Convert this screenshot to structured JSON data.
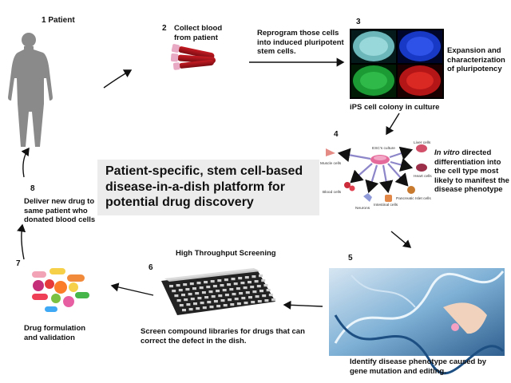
{
  "steps": {
    "s1": {
      "num": "1",
      "label": "Patient"
    },
    "s2": {
      "num": "2",
      "label": "Collect blood from patient"
    },
    "reprogram": "Reprogram those cells into induced pluripotent stem cells.",
    "s3": {
      "num": "3",
      "caption": "iPS cell colony in culture",
      "side": "Expansion and characterization of pluripotency"
    },
    "s4": {
      "num": "4",
      "italic": "In vitro",
      "rest": "directed differentiation into the cell type most likely to manifest the disease phenotype"
    },
    "s5": {
      "num": "5",
      "label": "Identify disease phenotype caused by gene mutation and editing."
    },
    "s6": {
      "num": "6",
      "title": "High Throughput Screening",
      "label": "Screen compound libraries for drugs that can correct the defect in the dish."
    },
    "s7": {
      "num": "7",
      "label": "Drug formulation and validation"
    },
    "s8": {
      "num": "8",
      "label": "Deliver new drug to same patient who donated blood cells"
    }
  },
  "center_title": "Patient-specific, stem cell-based disease-in-a-dish platform for potential drug discovery",
  "diff_labels": {
    "center": "ESC's culture",
    "muscle": "Muscle cells",
    "liver": "Liver cells",
    "heart": "Heart cells",
    "blood": "Blood cells",
    "neurons": "Neurons",
    "intestinal": "Intestinal cells",
    "pancreatic": "Pancreatic Islet cells"
  },
  "colors": {
    "body": "#8a8a8a",
    "blood": "#a3141c",
    "cap": "#e8a9c4",
    "ips_cyan": "#7fd3d6",
    "ips_blue": "#1b3fd6",
    "ips_green": "#1fa83a",
    "ips_red": "#c5181a",
    "dna": "#2e7fb8",
    "plate": "#222222"
  }
}
